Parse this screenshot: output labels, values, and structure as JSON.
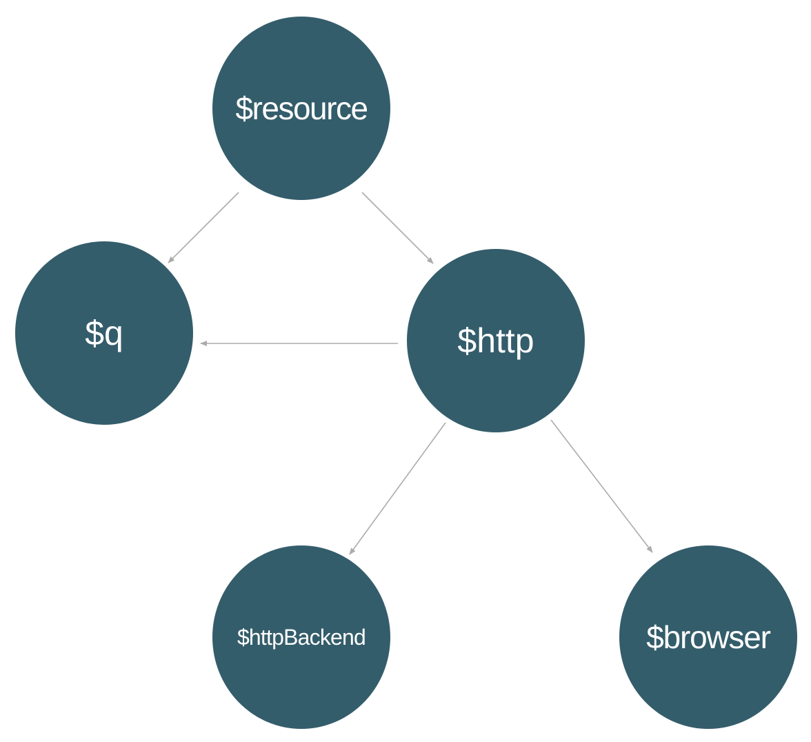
{
  "diagram": {
    "node_color": "#345d6b",
    "edge_color": "#ababab",
    "label_color": "#ffffff",
    "nodes": [
      {
        "id": "resource",
        "label": "$resource"
      },
      {
        "id": "q",
        "label": "$q"
      },
      {
        "id": "http",
        "label": "$http"
      },
      {
        "id": "httpBackend",
        "label": "$httpBackend"
      },
      {
        "id": "browser",
        "label": "$browser"
      }
    ],
    "edges": [
      {
        "from": "resource",
        "to": "q"
      },
      {
        "from": "resource",
        "to": "http"
      },
      {
        "from": "http",
        "to": "q"
      },
      {
        "from": "http",
        "to": "httpBackend"
      },
      {
        "from": "http",
        "to": "browser"
      }
    ]
  }
}
